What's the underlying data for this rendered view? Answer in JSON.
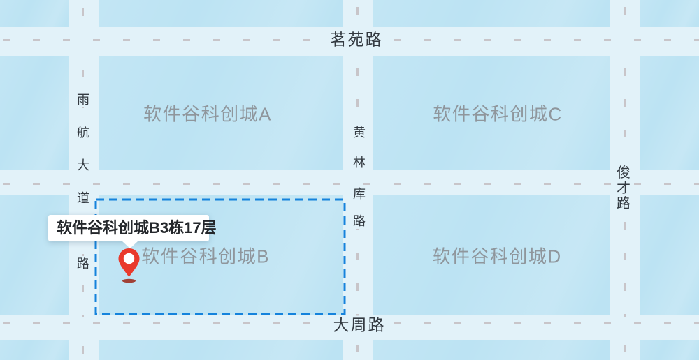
{
  "map": {
    "blocks": [
      {
        "id": "A",
        "label": "软件谷科创城A"
      },
      {
        "id": "B",
        "label": "软件谷科创城B"
      },
      {
        "id": "C",
        "label": "软件谷科创城C"
      },
      {
        "id": "D",
        "label": "软件谷科创城D"
      }
    ],
    "roads": {
      "mingyuan": {
        "label": "茗苑路"
      },
      "dazhou": {
        "label": "大周路"
      },
      "yuhang": {
        "label": "雨航大道路",
        "chars": [
          "雨",
          "航",
          "大",
          "道",
          "路"
        ]
      },
      "huanglinku": {
        "label": "黄林库路",
        "chars": [
          "黄",
          "林",
          "库",
          "路"
        ]
      },
      "juncai": {
        "label": "俊才路",
        "chars": [
          "俊",
          "才",
          "路"
        ]
      }
    },
    "marker": {
      "tooltip": "软件谷科创城B3栋17层"
    },
    "colors": {
      "block_fill": "#bce3f3",
      "road_fill": "#e2f2f9",
      "road_dash": "#c8c5c9",
      "road_label_text": "#333a41",
      "block_label_text": "#8f969c",
      "selection_blue": "#1583dc",
      "pin_red": "#e93a2c",
      "pin_shadow": "#9b2414",
      "tooltip_bg": "#ffffff",
      "tooltip_text": "#24272b"
    }
  }
}
